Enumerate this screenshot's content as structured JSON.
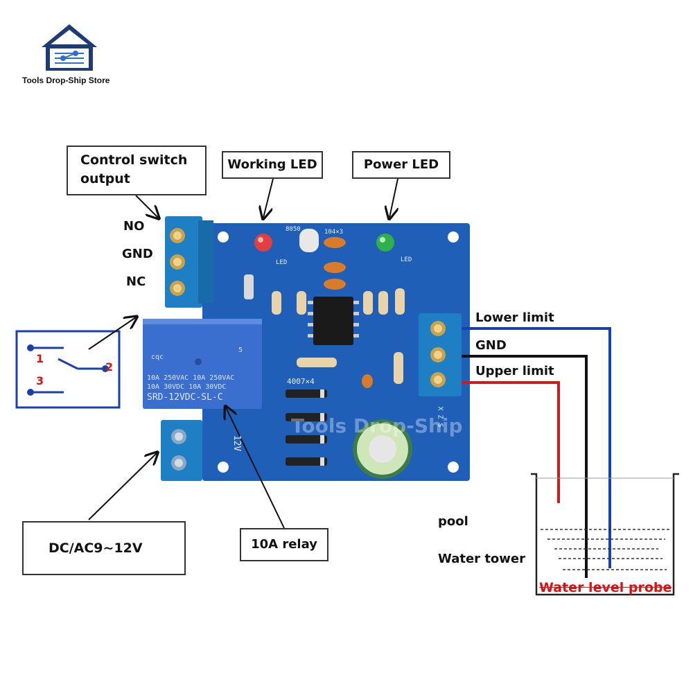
{
  "brand": {
    "store_name": "Tools Drop-Ship Store"
  },
  "callouts": {
    "control_switch_output": "Control switch output",
    "working_led": "Working LED",
    "power_led": "Power LED",
    "power_supply": "DC/AC9~12V",
    "relay": "10A relay"
  },
  "terminals_left": [
    "NO",
    "GND",
    "NC"
  ],
  "terminals_right": [
    "Lower limit",
    "GND",
    "Upper limit"
  ],
  "switch_diagram": {
    "pins": [
      "1",
      "2",
      "3"
    ]
  },
  "pcb": {
    "relay_brand": "cqc",
    "relay_lines": [
      "10A 250VAC  10A 250VAC",
      "10A  30VDC  10A  30VDC",
      "SRD-12VDC-SL-C"
    ],
    "diode_label": "4007×4",
    "led_label": "LED",
    "cap_label": "104×3",
    "ic_label": "8050",
    "voltage_label": "12V",
    "probe_pins": "X Z S",
    "relay_pin_num": "5"
  },
  "watermark": "Tools Drop-Ship Store",
  "tank": {
    "pool_label": "pool",
    "tower_label": "Water tower",
    "probe_label": "Water level probe"
  },
  "colors": {
    "pcb": "#1f5fb8",
    "relay": "#3a6fd0",
    "terminal": "#1e7fc4",
    "wire_lower": "#1a3fb0",
    "wire_gnd": "#111111",
    "wire_upper": "#c81e1e",
    "schematic": "#1a3fb0"
  }
}
